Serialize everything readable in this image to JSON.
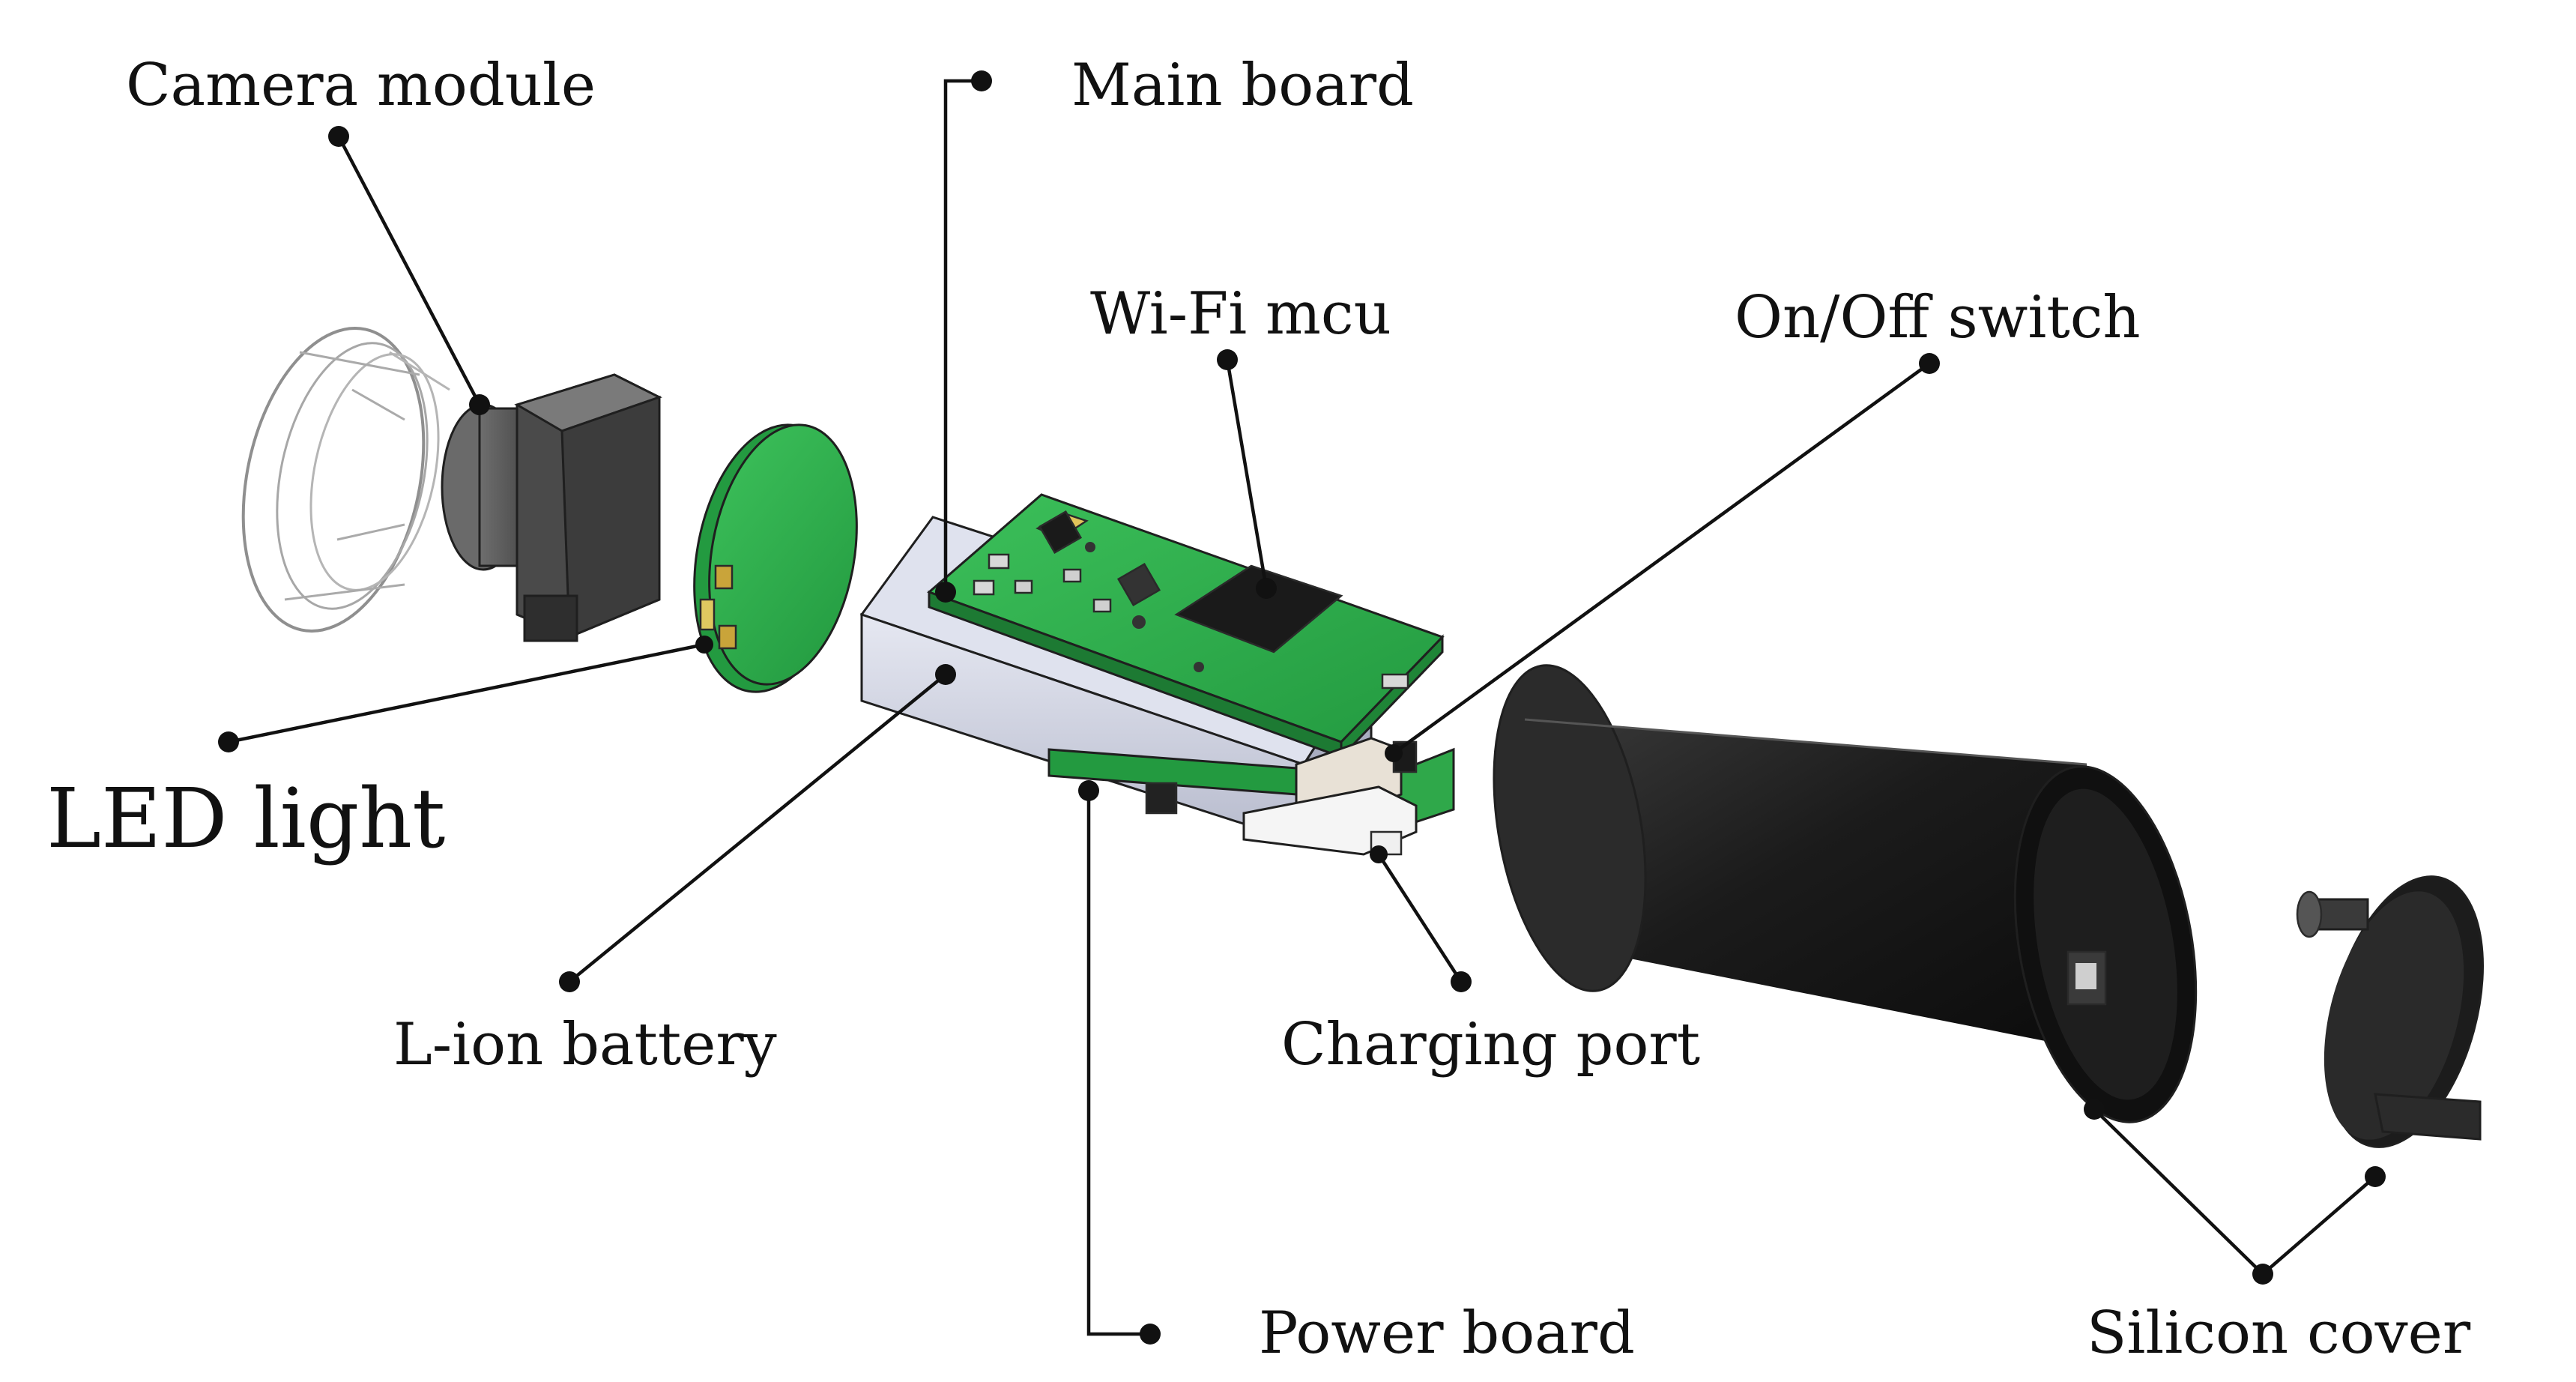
{
  "figure": {
    "labels": {
      "camera_module": "Camera module",
      "main_board": "Main board",
      "wifi_mcu": "Wi-Fi mcu",
      "on_off_switch": "On/Off switch",
      "led_light": "LED light",
      "li_ion_battery": "L-ion battery",
      "charging_port": "Charging port",
      "power_board": "Power board",
      "silicon_cover": "Silicon cover"
    },
    "colors": {
      "pcb_green": "#2fa84a",
      "pcb_green_dark": "#1d7a33",
      "battery_silver": "#c9ccdc",
      "housing_black": "#1c1c1c",
      "camera_gray": "#5a5a5a"
    }
  }
}
